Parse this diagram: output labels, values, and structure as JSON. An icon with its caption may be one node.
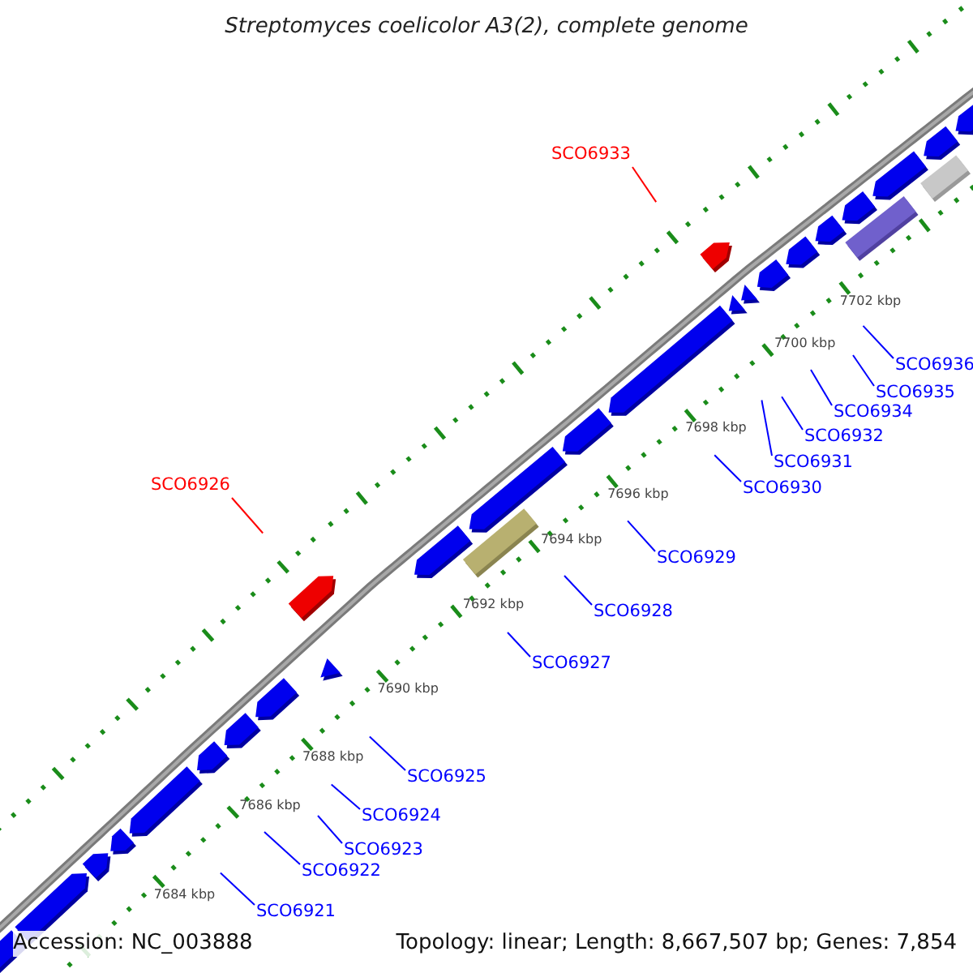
{
  "diagram": {
    "title": "Streptomyces coelicolor A3(2), complete genome",
    "nodes": [
      {
        "text": [
          "SCO6921"
        ]
      },
      {
        "text": [
          "SCO6922"
        ]
      },
      {
        "text": [
          "SCO6923"
        ]
      },
      {
        "text": [
          "SCO6924"
        ]
      },
      {
        "text": [
          "SCO6925"
        ]
      },
      {
        "text": [
          "SCO6926"
        ]
      },
      {
        "text": [
          "SCO6927"
        ]
      },
      {
        "text": [
          "SCO6928"
        ]
      },
      {
        "text": [
          "SCO6929"
        ]
      },
      {
        "text": [
          "SCO6930"
        ]
      },
      {
        "text": [
          "SCO6931"
        ]
      },
      {
        "text": [
          "SCO6932"
        ]
      },
      {
        "text": [
          "SCO6933"
        ]
      },
      {
        "text": [
          "SCO6934"
        ]
      },
      {
        "text": [
          "SCO6935"
        ]
      },
      {
        "text": [
          "SCO6936"
        ]
      }
    ],
    "edges": [
      {
        "from": 0,
        "to": null,
        "arrow": "none"
      },
      {
        "from": 1,
        "to": null,
        "arrow": "none"
      },
      {
        "from": 2,
        "to": null,
        "arrow": "none"
      },
      {
        "from": 3,
        "to": null,
        "arrow": "none"
      },
      {
        "from": 4,
        "to": null,
        "arrow": "none"
      },
      {
        "from": 5,
        "to": null,
        "arrow": "none",
        "color": "#ff0000"
      },
      {
        "from": 6,
        "to": null,
        "arrow": "none"
      },
      {
        "from": 7,
        "to": null,
        "arrow": "none"
      },
      {
        "from": 8,
        "to": null,
        "arrow": "none"
      },
      {
        "from": 9,
        "to": null,
        "arrow": "none"
      },
      {
        "from": 10,
        "to": null,
        "arrow": "none"
      },
      {
        "from": 11,
        "to": null,
        "arrow": "none"
      },
      {
        "from": 12,
        "to": null,
        "arrow": "none",
        "color": "#ff0000"
      },
      {
        "from": 13,
        "to": null,
        "arrow": "none"
      },
      {
        "from": 14,
        "to": null,
        "arrow": "none"
      },
      {
        "from": 15,
        "to": null,
        "arrow": "none"
      }
    ],
    "labels": [
      "7684 kbp",
      "7686 kbp",
      "7688 kbp",
      "7690 kbp",
      "7692 kbp",
      "7694 kbp",
      "7696 kbp",
      "7698 kbp",
      "7700 kbp",
      "7702 kbp",
      "Accession: NC_003888",
      "Topology: linear; Length: 8,667,507 bp; Genes: 7,854"
    ]
  }
}
